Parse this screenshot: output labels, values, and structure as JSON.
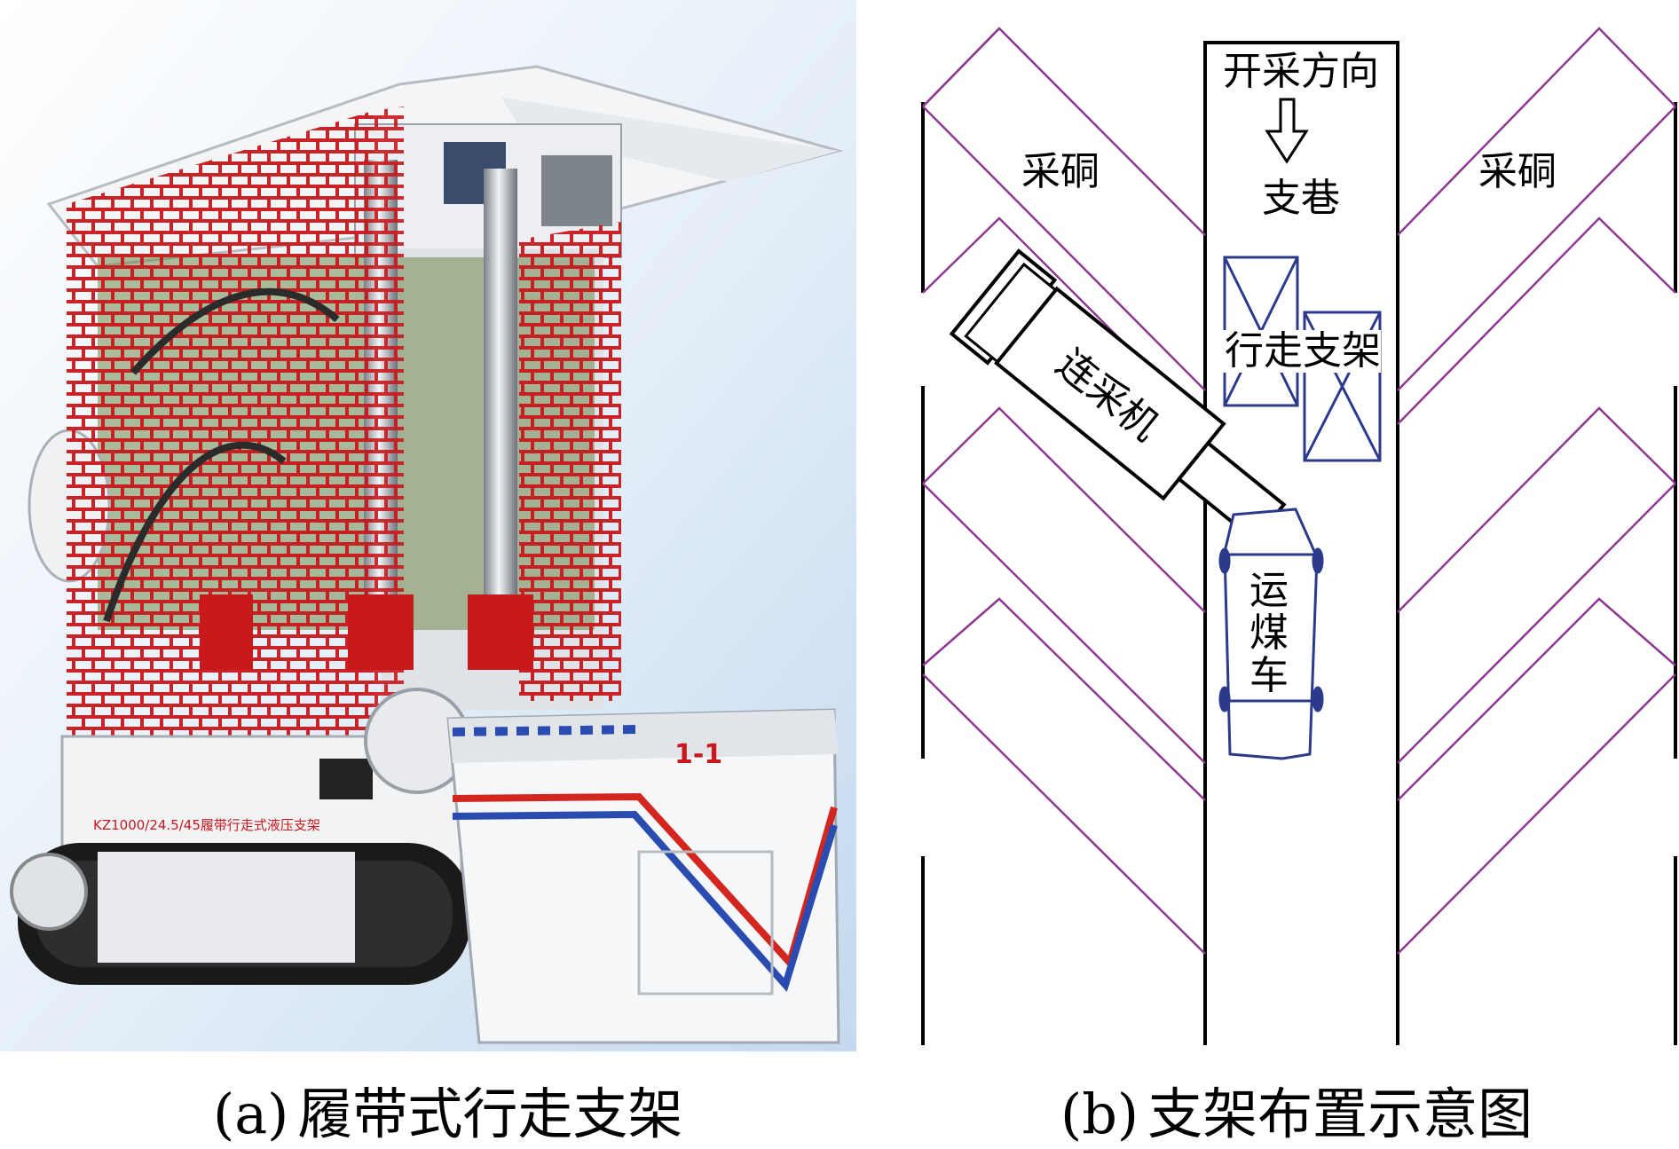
{
  "panel_a": {
    "caption_letter": "(a)",
    "caption_text": "履带式行走支架",
    "machine_code": "1-1",
    "machine_plate": "KZ1000/24.5/45履带行走式液压支架"
  },
  "panel_b": {
    "caption_letter": "(b)",
    "caption_text": "支架布置示意图",
    "labels": {
      "mining_direction": "开采方向",
      "branch_roadway": "支巷",
      "mining_left": "采硐",
      "mining_right": "采硐",
      "continuous_miner": "连采机",
      "walking_support": "行走支架",
      "shuttle_car_1": "运",
      "shuttle_car_2": "煤",
      "shuttle_car_3": "车"
    }
  },
  "colors": {
    "chevron": "#8b3a8f",
    "support": "#2c3a8c",
    "net": "#c8181c",
    "background_gradient": "#cfe0f2"
  }
}
